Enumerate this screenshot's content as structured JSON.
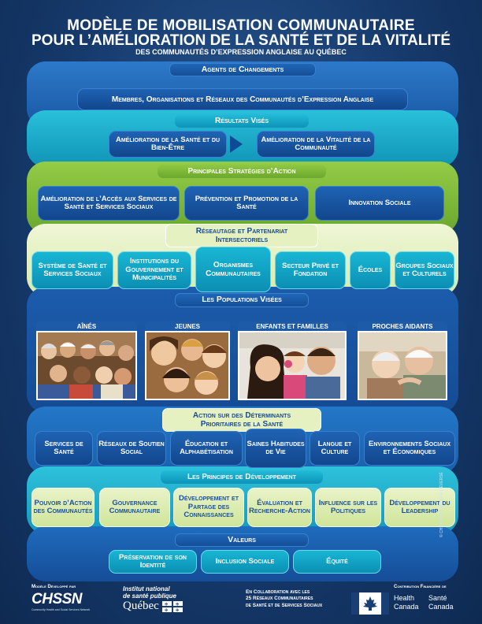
{
  "title": {
    "line1": "MODÈLE DE MOBILISATION COMMUNAUTAIRE",
    "line2": "POUR L’AMÉLIORATION DE LA SANTÉ ET DE LA VITALITÉ",
    "line3": "DES COMMUNAUTÉS D’EXPRESSION ANGLAISE AU QUÉBEC"
  },
  "agents": {
    "header": "Agents de Changements",
    "item": "Membres, Organisations et Réseaux des Communautés d’Expression Anglaise"
  },
  "resultats": {
    "header": "Résultats Visés",
    "items": [
      "Amélioration de la Santé et du Bien-Être",
      "Amélioration de la Vitalité de la Communauté"
    ]
  },
  "strategies": {
    "header": "Principales Stratégies d’Action",
    "items": [
      "Amélioration de l’Accès aux Services de Santé et Services Sociaux",
      "Prévention et Promotion de la Santé",
      "Innovation Sociale"
    ]
  },
  "reseautage": {
    "header_line1": "Réseautage et Partenariat",
    "header_line2": "Intersectoriels",
    "items": [
      "Système de Santé et Services Sociaux",
      "Institutions du Gouvernement et Municipalités",
      "Organismes Communautaires",
      "Secteur Privé et Fondation",
      "Écoles",
      "Groupes Sociaux et Culturels"
    ]
  },
  "populations": {
    "header": "Les Populations Visées",
    "items": [
      "AÎNÉS",
      "JEUNES",
      "ENFANTS ET FAMILLES",
      "PROCHES AIDANTS"
    ]
  },
  "determinants": {
    "header_line1": "Action sur des Déterminants",
    "header_line2": "Prioritaires de la Santé",
    "items": [
      "Services de Santé",
      "Réseaux de Soutien Social",
      "Éducation et Alphabétisation",
      "Saines Habitudes de Vie",
      "Langue et Culture",
      "Environnements Sociaux et Économiques"
    ]
  },
  "principes": {
    "header": "Les Principes de Développement",
    "items": [
      "Pouvoir d’Action des Communautés",
      "Gouvernance Communautaire",
      "Développement et Partage des Connaissances",
      "Évaluation et Recherche-Action",
      "Influence sur les Politiques",
      "Développement du Leadership"
    ]
  },
  "valeurs": {
    "header": "Valeurs",
    "items": [
      "Préservation de son Identité",
      "Inclusion Sociale",
      "Équité"
    ]
  },
  "side_note": "© CHSSN 2010 MODÈLE DÉVERSÉ",
  "footer": {
    "developed_by": "Modèle Développé par",
    "chssn": "CHSSN",
    "chssn_sub": "Community Health and Social Services Network",
    "inspq_line1": "Institut national",
    "inspq_line2": "de santé publique",
    "quebec": "Québec",
    "collab_line1": "En Collaboration avec les",
    "collab_line2": "25 Réseaux Communautaires",
    "collab_line3": "de Santé et de Services Sociaux",
    "funding": "Contribution Financière de",
    "health": "Health",
    "canada": "Canada",
    "sante": "Santé",
    "canada_fr": "Canada"
  },
  "colors": {
    "dark_blue": "#12468c",
    "teal": "#0b8fb3",
    "green": "#6aa82c",
    "pale_green": "#e6f1c2"
  }
}
